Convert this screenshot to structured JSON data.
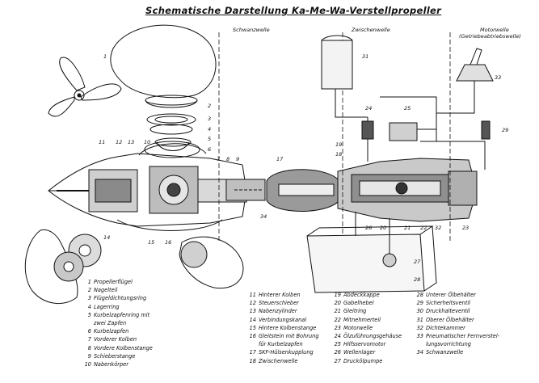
{
  "title": "Schematische Darstellung Ka-Me-Wa-Verstellpropeller",
  "section_labels": {
    "schwanzwelle": "Schwanzwelle",
    "zwischenwelle": "Zwischenwelle",
    "motorwelle": "Motorwelle",
    "getriebeabtriebswelle": "(Getriebeabtriebswelle)"
  },
  "legend": {
    "col1": [
      {
        "n": "1",
        "text": "Propellerflügel"
      },
      {
        "n": "2",
        "text": "Nagelteil"
      },
      {
        "n": "3",
        "text": "Flügeldichtungsring"
      },
      {
        "n": "4",
        "text": "Lagerring"
      },
      {
        "n": "5",
        "text": "Kurbelzapfenring mit"
      },
      {
        "n": "",
        "text": "zwei Zapfen"
      },
      {
        "n": "6",
        "text": "Kurbelzapfen"
      },
      {
        "n": "7",
        "text": "Vorderer Kolben"
      },
      {
        "n": "8",
        "text": "Vordere Kolbenstange"
      },
      {
        "n": "9",
        "text": "Schieberstange"
      },
      {
        "n": "10",
        "text": "Nabenkörper"
      }
    ],
    "col2": [
      {
        "n": "11",
        "text": "Hinterer Kolben"
      },
      {
        "n": "12",
        "text": "Steuerschieber"
      },
      {
        "n": "13",
        "text": "Nabenzylinder"
      },
      {
        "n": "14",
        "text": "Verbindungskanal"
      },
      {
        "n": "15",
        "text": "Hintere Kolbenstange"
      },
      {
        "n": "16",
        "text": "Gleitstein mit Bohrung"
      },
      {
        "n": "",
        "text": "für Kurbelzapfen"
      },
      {
        "n": "17",
        "text": "SKF-Hülsenkupplung"
      },
      {
        "n": "18",
        "text": "Zwischenwelle"
      }
    ],
    "col3": [
      {
        "n": "19",
        "text": "Abdeckkappe"
      },
      {
        "n": "20",
        "text": "Gabelhebel"
      },
      {
        "n": "21",
        "text": "Gleitring"
      },
      {
        "n": "22",
        "text": "Mitnehmerteil"
      },
      {
        "n": "23",
        "text": "Motorwelle"
      },
      {
        "n": "24",
        "text": "Ölzuführungsgehäuse"
      },
      {
        "n": "25",
        "text": "Hilfsservomotor"
      },
      {
        "n": "26",
        "text": "Wellenlager"
      },
      {
        "n": "27",
        "text": "Druckölpumpe"
      }
    ],
    "col4": [
      {
        "n": "28",
        "text": "Unterer Ölbehälter"
      },
      {
        "n": "29",
        "text": "Sicherheitsventil"
      },
      {
        "n": "30",
        "text": "Druckhalteventil"
      },
      {
        "n": "31",
        "text": "Oberer Ölbehälter"
      },
      {
        "n": "32",
        "text": "Dichtekammer"
      },
      {
        "n": "33",
        "text": "Pneumatischer Fernverstel-"
      },
      {
        "n": "",
        "text": "lungsvorrichtung"
      },
      {
        "n": "34",
        "text": "Schwanzwelle"
      }
    ]
  },
  "callouts": [
    "1",
    "2",
    "3",
    "4",
    "5",
    "6",
    "7",
    "8",
    "9",
    "10",
    "11",
    "12",
    "13",
    "14",
    "15",
    "16",
    "17",
    "18",
    "19",
    "20",
    "21",
    "22",
    "23",
    "24",
    "25",
    "26",
    "27",
    "28",
    "29",
    "31",
    "32",
    "33",
    "34"
  ]
}
